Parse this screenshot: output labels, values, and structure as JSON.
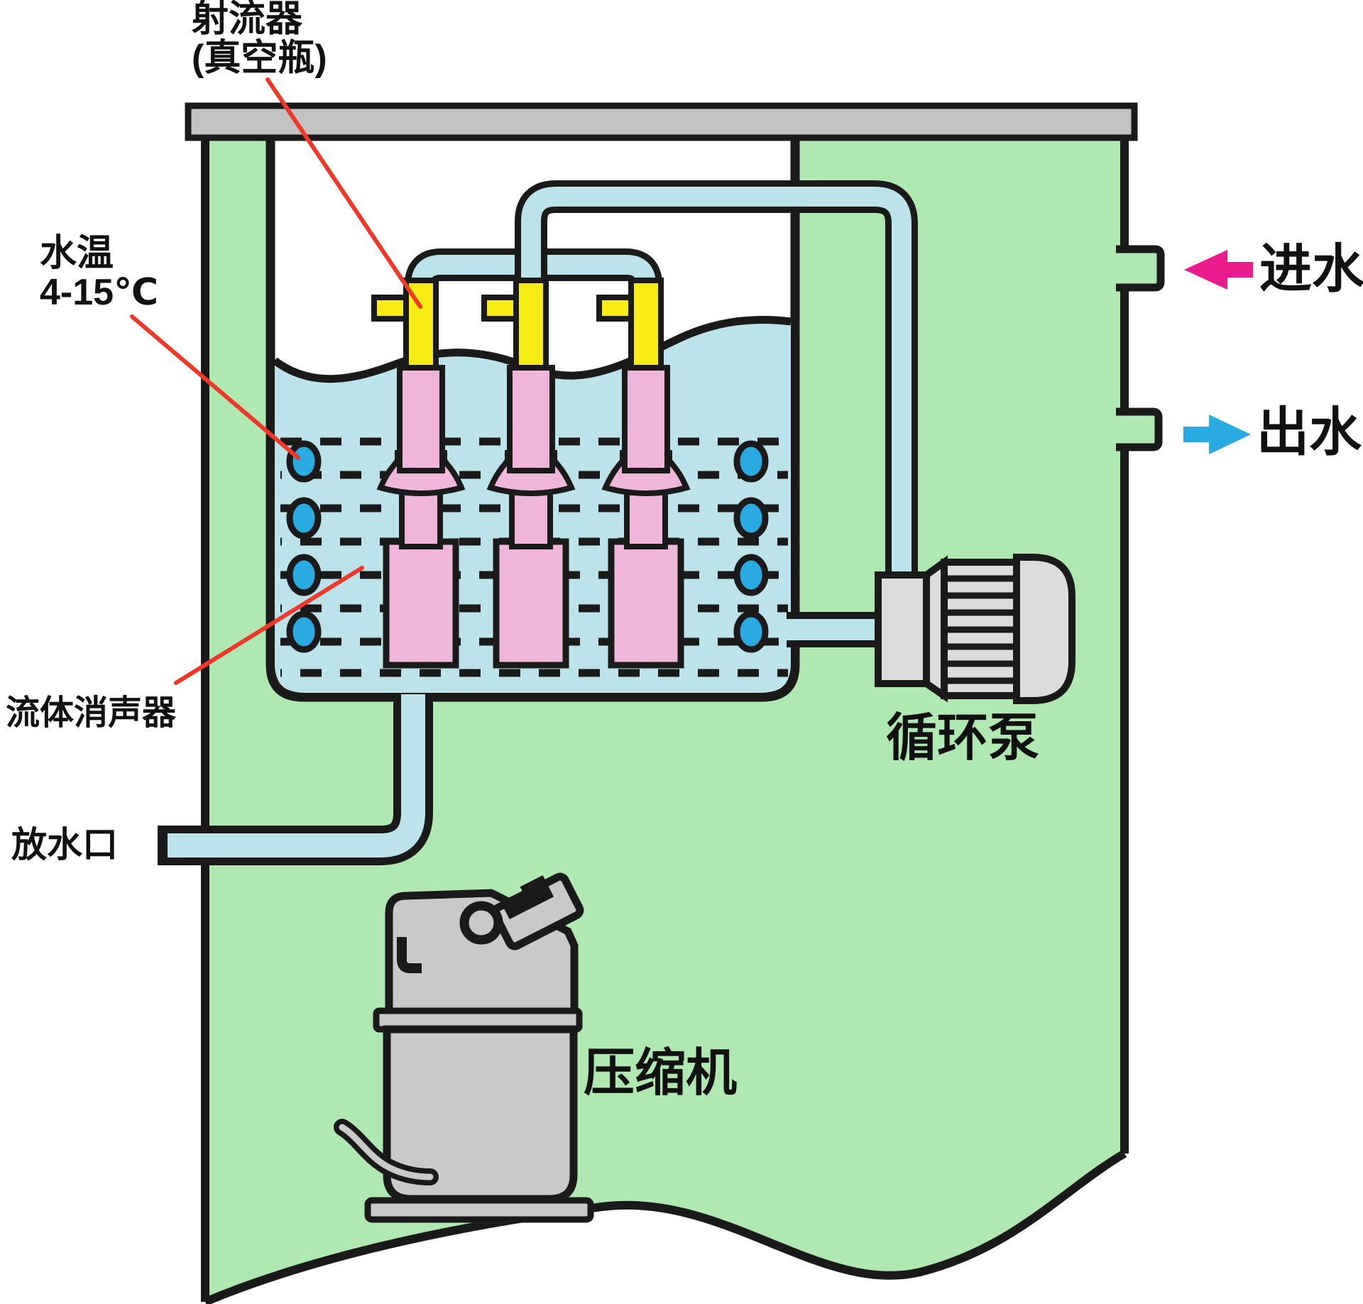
{
  "labels": {
    "jet_line1": "射流器",
    "jet_line2": "(真空瓶)",
    "temp_line1": "水温",
    "temp_line2": "4-15℃",
    "fluid_muffler": "流体消声器",
    "drain_outlet": "放水口",
    "water_inlet": "进水",
    "water_outlet": "出水",
    "circulation_pump": "循环泵",
    "compressor": "压缩机"
  },
  "colors": {
    "background": "#FFFFFF",
    "tank_green": "#AFE8B0",
    "water_blue": "#BCE2EA",
    "pipe_blue": "#BCE2EA",
    "bubble_blue": "#29ABE2",
    "jet_yellow": "#F7EC13",
    "muffler_pink": "#F0B6D9",
    "lid_gray": "#C3C3C3",
    "pump_gray": "#DCDCDC",
    "compressor_gray": "#C9C9C9",
    "outline_black": "#1A1A1A",
    "leader_red": "#EF3829",
    "inlet_arrow_magenta": "#EA1C8D",
    "outlet_arrow_blue": "#29ABE2"
  }
}
